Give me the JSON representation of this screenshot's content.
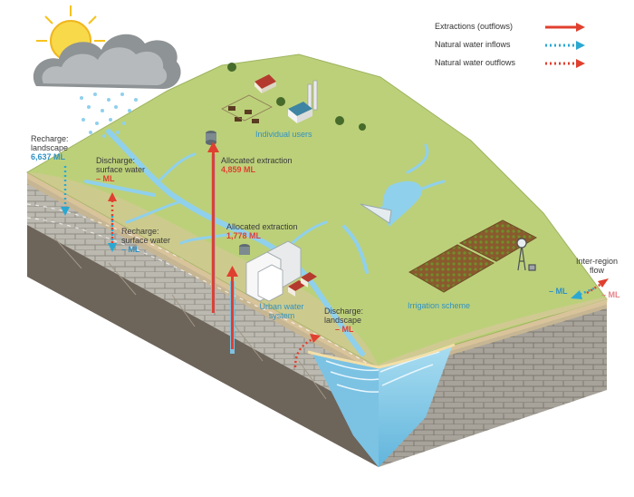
{
  "legend": {
    "extractions": "Extractions (outflows)",
    "inflows": "Natural water inflows",
    "outflows": "Natural water outflows"
  },
  "labels": {
    "recharge_landscape": {
      "line1": "Recharge:",
      "line2": "landscape",
      "value": "6,637 ML"
    },
    "discharge_surface_water": {
      "line1": "Discharge:",
      "line2": "surface water",
      "value": "– ML"
    },
    "recharge_surface_water": {
      "line1": "Recharge:",
      "line2": "surface water",
      "value": "– ML"
    },
    "allocated_extraction_1": {
      "line1": "Allocated extraction",
      "value": "4,859 ML"
    },
    "allocated_extraction_2": {
      "line1": "Allocated extraction",
      "value": "1,778 ML"
    },
    "individual_users": "Individual users",
    "urban_water_system": {
      "line1": "Urban water",
      "line2": "system"
    },
    "discharge_landscape": {
      "line1": "Discharge:",
      "line2": "landscape",
      "value": "– ML"
    },
    "irrigation_scheme": "Irrigation scheme",
    "inter_region_flow": {
      "line1": "Inter-region",
      "line2": "flow",
      "value_in": "– ML",
      "value_out": "– ML"
    }
  },
  "colors": {
    "extraction": "#e0402f",
    "inflow": "#2aa8d2",
    "outflow": "#e0402f",
    "grass": "#bcd07a",
    "water": "#7fc6e4",
    "rock": "#b9b6ad"
  }
}
